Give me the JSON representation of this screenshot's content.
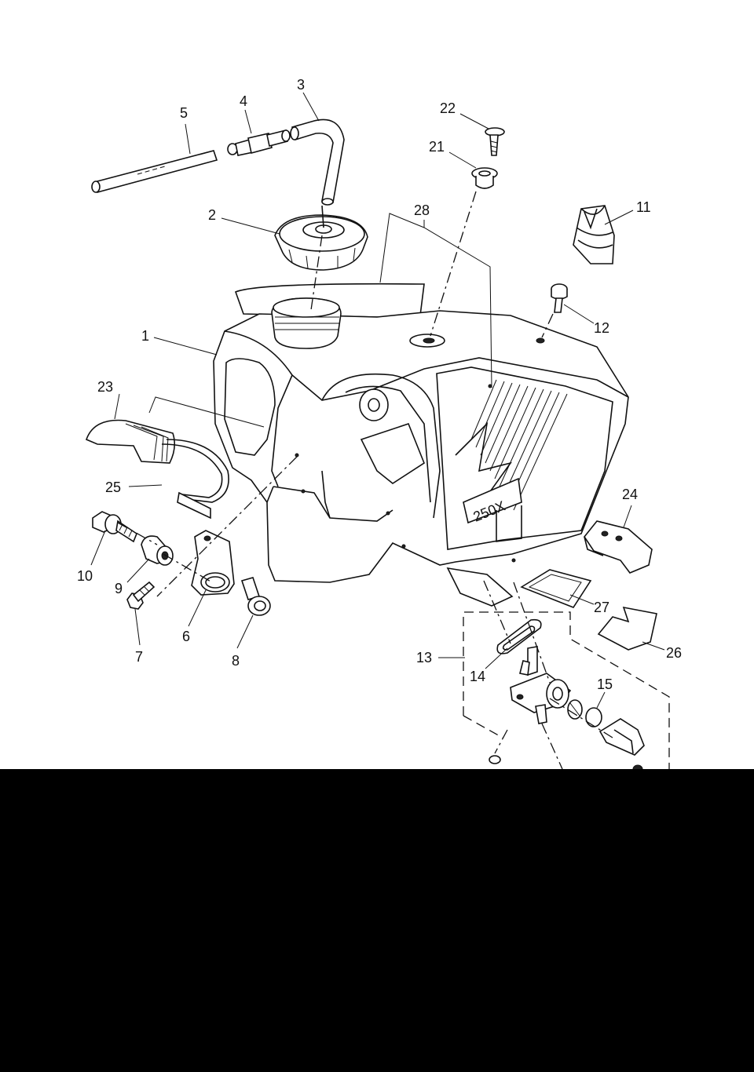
{
  "callouts": [
    {
      "id": "1",
      "label": "1"
    },
    {
      "id": "2",
      "label": "2"
    },
    {
      "id": "3",
      "label": "3"
    },
    {
      "id": "4",
      "label": "4"
    },
    {
      "id": "5",
      "label": "5"
    },
    {
      "id": "6",
      "label": "6"
    },
    {
      "id": "7",
      "label": "7"
    },
    {
      "id": "8",
      "label": "8"
    },
    {
      "id": "9",
      "label": "9"
    },
    {
      "id": "10",
      "label": "10"
    },
    {
      "id": "11",
      "label": "11"
    },
    {
      "id": "12",
      "label": "12"
    },
    {
      "id": "13",
      "label": "13"
    },
    {
      "id": "14",
      "label": "14"
    },
    {
      "id": "15",
      "label": "15"
    },
    {
      "id": "21",
      "label": "21"
    },
    {
      "id": "22",
      "label": "22"
    },
    {
      "id": "23",
      "label": "23"
    },
    {
      "id": "24",
      "label": "24"
    },
    {
      "id": "25",
      "label": "25"
    },
    {
      "id": "26",
      "label": "26"
    },
    {
      "id": "27",
      "label": "27"
    },
    {
      "id": "28",
      "label": "28"
    }
  ],
  "decal_text": "250X",
  "colors": {
    "line": "#111111",
    "background": "#ffffff",
    "band": "#000000"
  }
}
